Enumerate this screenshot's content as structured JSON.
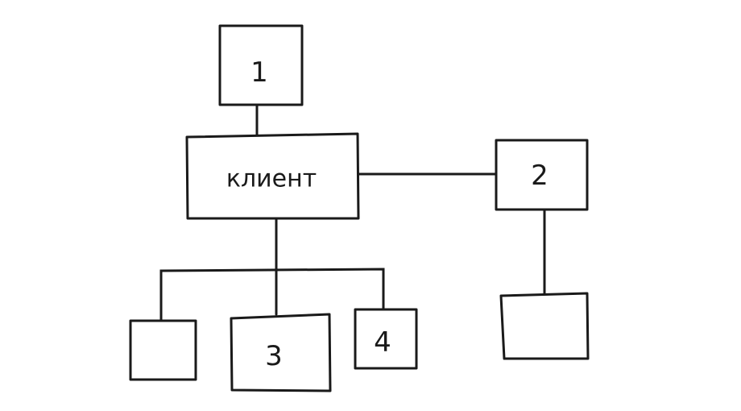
{
  "diagram": {
    "nodes": [
      {
        "id": "node-1",
        "label": "1"
      },
      {
        "id": "node-client",
        "label": "клиент"
      },
      {
        "id": "node-2",
        "label": "2"
      },
      {
        "id": "node-left-child",
        "label": ""
      },
      {
        "id": "node-3",
        "label": "3"
      },
      {
        "id": "node-4",
        "label": "4"
      },
      {
        "id": "node-2-child",
        "label": ""
      }
    ],
    "edges": [
      {
        "from": "node-1",
        "to": "node-client"
      },
      {
        "from": "node-client",
        "to": "node-2"
      },
      {
        "from": "node-client",
        "to": "node-left-child"
      },
      {
        "from": "node-client",
        "to": "node-3"
      },
      {
        "from": "node-client",
        "to": "node-4"
      },
      {
        "from": "node-2",
        "to": "node-2-child"
      }
    ],
    "colors": {
      "stroke": "#1a1a1a",
      "background": "#ffffff"
    }
  }
}
